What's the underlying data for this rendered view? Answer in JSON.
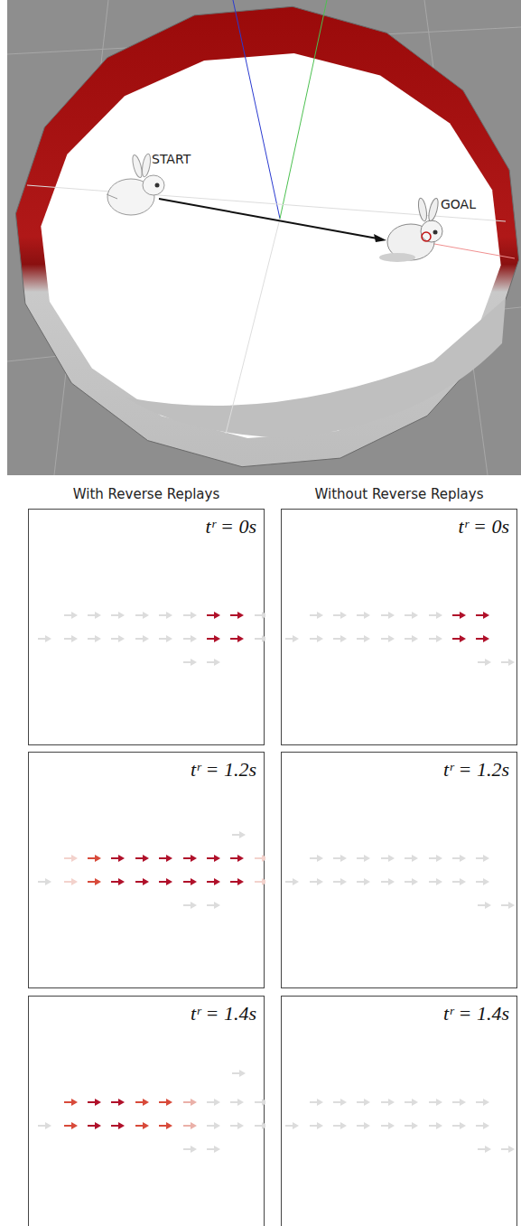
{
  "diagram": {
    "nodes": [
      {
        "text": [
          "tʳ = 0s"
        ]
      },
      {
        "text": [
          "tʳ = 0s"
        ]
      },
      {
        "text": [
          "tʳ = 1.2s"
        ]
      },
      {
        "text": [
          "tʳ = 1.2s"
        ]
      },
      {
        "text": [
          "tʳ = 1.4s"
        ]
      },
      {
        "text": [
          "tʳ = 1.4s"
        ]
      }
    ],
    "labels": [
      "START",
      "GOAL",
      "With Reverse Replays",
      "Without Reverse Replays"
    ]
  }
}
